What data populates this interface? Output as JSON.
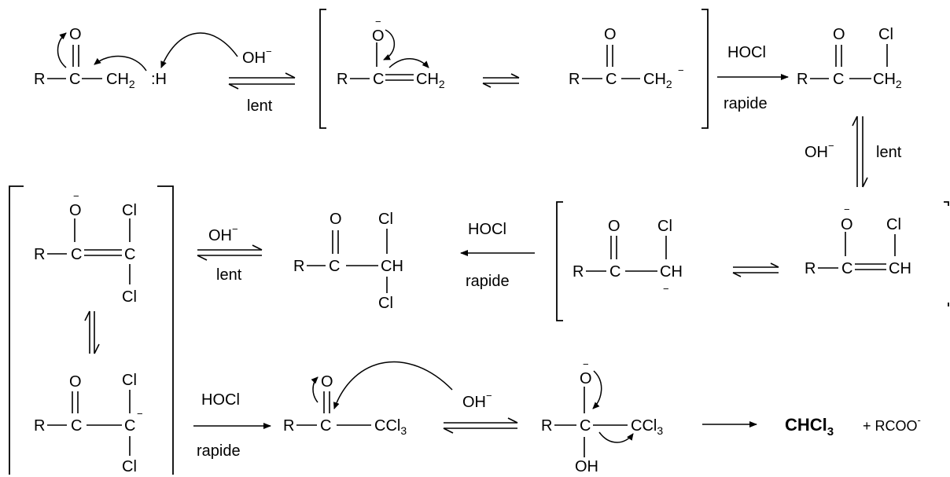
{
  "atoms": {
    "R": "R",
    "C": "C",
    "O": "O",
    "Cl": "Cl",
    "H": "H",
    "CH": "CH",
    "CH2": "CH",
    "OH": "OH",
    "CCl3": "CCl",
    "sub_2": "2",
    "sub_3": "3",
    "colon_H": ":H",
    "minus": "−",
    "hydroxide": "OH",
    "hydroxide_charge": "−"
  },
  "conditions": {
    "reagent_hocl": "HOCl",
    "rate_slow": "lent",
    "rate_fast": "rapide"
  },
  "products": {
    "chloroform": "CHCl",
    "chloroform_sub": "3",
    "plus_carboxylate": "+ RCOO",
    "carboxylate_charge": "-"
  }
}
